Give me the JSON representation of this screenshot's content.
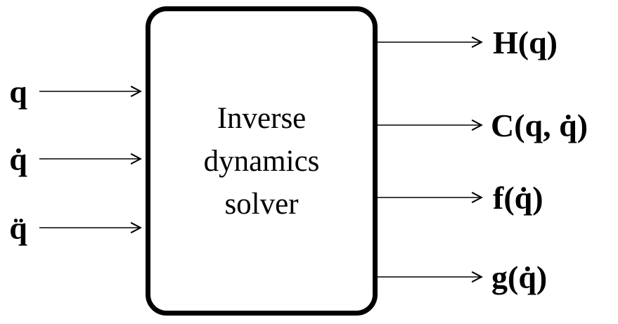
{
  "diagram": {
    "box": {
      "label_lines": [
        "Inverse",
        "dynamics",
        "solver"
      ]
    },
    "inputs": [
      {
        "label": "q"
      },
      {
        "label": "q̇"
      },
      {
        "label": "q̈"
      }
    ],
    "outputs": [
      {
        "label": "H(q)"
      },
      {
        "label": "C(q, q̇)"
      },
      {
        "label": "f(q̇)"
      },
      {
        "label": "g(q̇)"
      }
    ],
    "colors": {
      "stroke": "#000000",
      "background": "#ffffff"
    }
  }
}
